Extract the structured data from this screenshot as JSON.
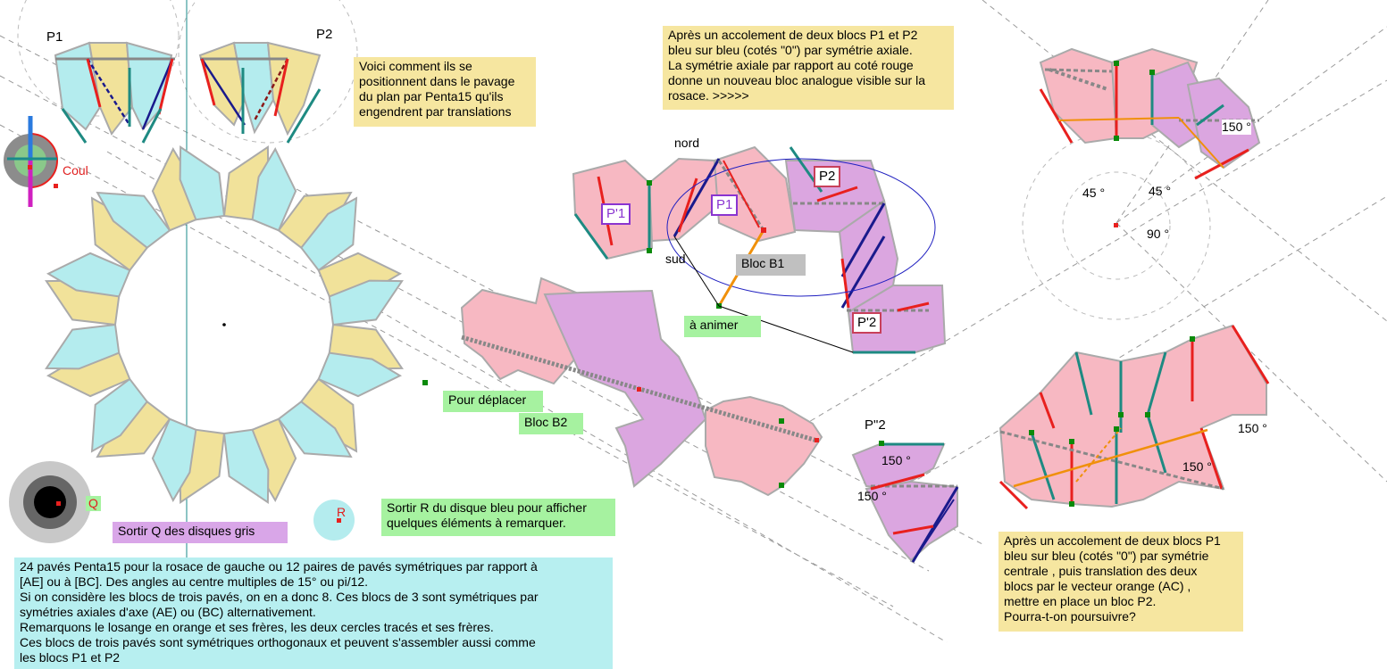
{
  "labels": {
    "p1": "P1",
    "p2": "P2",
    "coul": "Coul",
    "nord": "nord",
    "sud": "sud",
    "p_prime_1": "P'1",
    "p1_box": "P1",
    "p2_box": "P2",
    "p_prime_2": "P'2",
    "p_double_prime_2": "P\"2",
    "bloc_b1": "Bloc B1",
    "a_animer": "à animer",
    "pour_deplacer": "Pour déplacer",
    "bloc_b2": "Bloc B2",
    "q": "Q",
    "r": "R",
    "sortir_q": "Sortir Q des disques gris",
    "sortir_r_1": "Sortir R du disque bleu pour afficher",
    "sortir_r_2": "quelques éléments à remarquer.",
    "angle_45_a": "45 °",
    "angle_45_b": "45 °",
    "angle_90": "90 °",
    "angle_150_top": "150 °",
    "angle_150_right": "150 °",
    "angle_150_mid": "150 °",
    "angle_150_small_a": "150 °",
    "angle_150_small_b": "150 °"
  },
  "notes": {
    "voici": [
      "Voici comment ils se",
      "positionnent dans le pavage",
      " du plan par Penta15 qu'ils",
      "engendrent par translations"
    ],
    "apres_top": [
      "Après un accolement de deux blocs P1 et P2",
      "bleu sur bleu (cotés \"0\") par symétrie axiale.",
      "La symétrie axiale par rapport au coté rouge",
      "donne un nouveau bloc analogue visible sur la",
      " rosace.    >>>>>"
    ],
    "apres_bottom": [
      "Après un accolement de deux blocs P1",
      "bleu sur bleu (cotés \"0\") par symétrie",
      "centrale , puis translation des deux",
      "blocs par le vecteur orange (AC) ,",
      "mettre en place un bloc P2.",
      "Pourra-t-on poursuivre?"
    ],
    "bottom_info": [
      "24 pavés Penta15 pour la rosace de gauche ou 12 paires de pavés symétriques par rapport à",
      "[AE] ou à [BC]. Des angles au centre multiples de 15° ou pi/12.",
      "Si on considère les blocs de trois pavés, on en a donc 8. Ces blocs de 3 sont symétriques par",
      "symétries axiales d'axe (AE) ou (BC) alternativement.",
      "Remarquons le losange en orange et ses frères, les deux cercles tracés et ses frères.",
      "Ces blocs de trois pavés sont symétriques orthogonaux et peuvent s'assembler aussi comme",
      "les blocs P1 et P2"
    ]
  },
  "colors": {
    "yellow_tile": "#f1e29a",
    "cyan_tile": "#b4ecee",
    "pink_tile": "#f7b8c2",
    "purple_tile": "#dba6e0",
    "red_edge": "#e8201e",
    "teal_edge": "#1e8a82",
    "navy_edge": "#1a1a8c",
    "orange_vector": "#f0900a",
    "note_yellow": "#f6e6a0",
    "note_green": "#a6f2a0",
    "note_cyan": "#b7eff0"
  }
}
